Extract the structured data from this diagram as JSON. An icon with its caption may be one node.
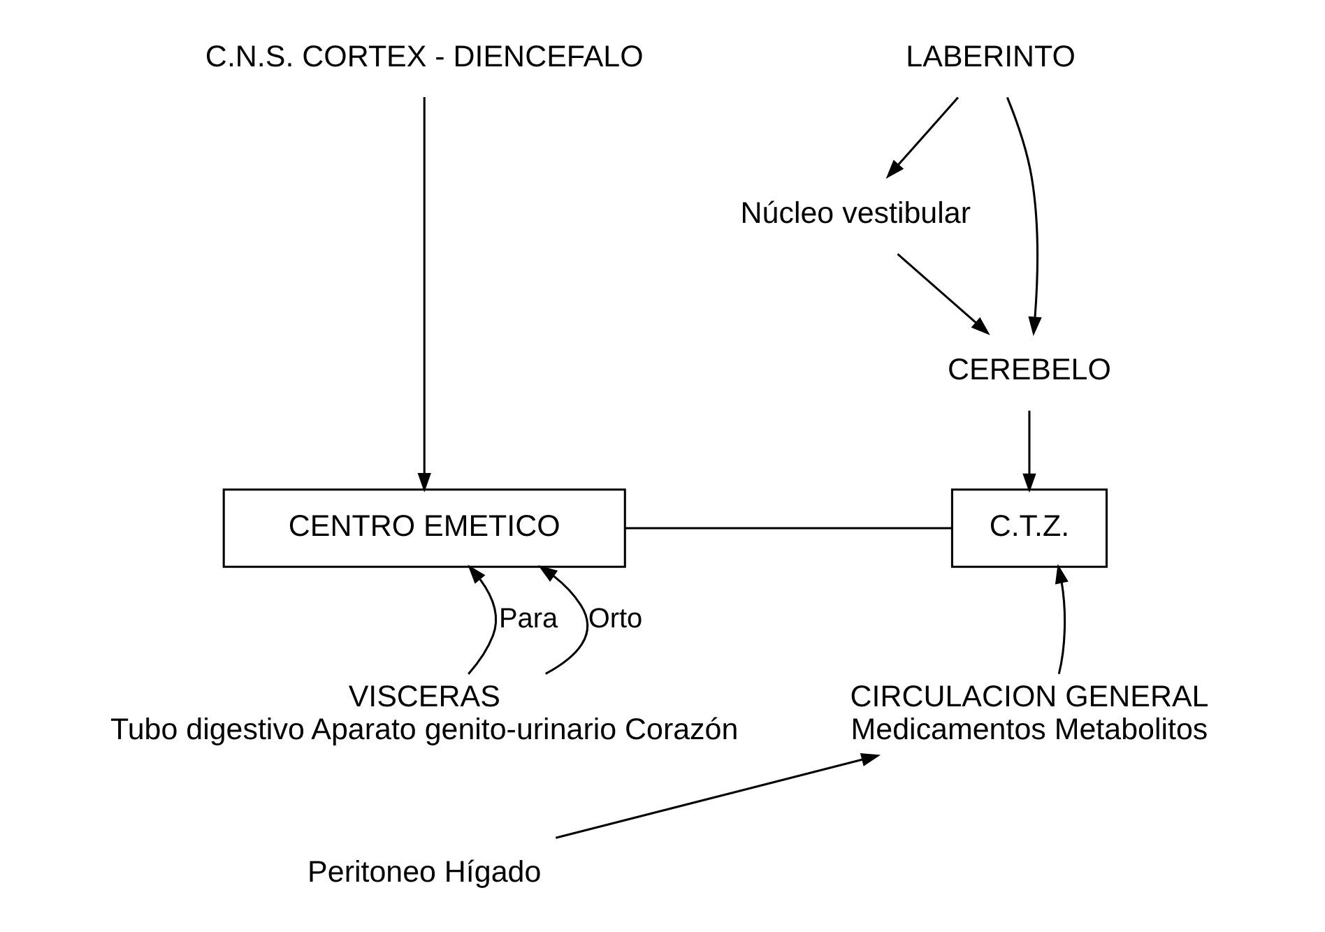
{
  "diagram": {
    "nodes": [
      {
        "text": [
          "C.N.S. CORTEX - DIENCEFALO"
        ]
      },
      {
        "text": [
          "LABERINTO"
        ]
      },
      {
        "text": [
          "Núcleo vestibular"
        ]
      },
      {
        "text": [
          "CEREBELO"
        ]
      },
      {
        "text": [
          "CENTRO EMETICO"
        ]
      },
      {
        "text": [
          "C.T.Z."
        ]
      },
      {
        "text": [
          "CIRCULACION GENERAL",
          "Medicamentos Metabolitos"
        ]
      },
      {
        "text": [
          "VISCERAS",
          "Tubo digestivo Aparato genito-urinario Corazón"
        ]
      },
      {
        "text": [
          "Peritoneo Hígado"
        ]
      }
    ],
    "edges": [
      {
        "from": 0,
        "to": 4,
        "arrow": "to"
      },
      {
        "from": 1,
        "to": 3,
        "arrow": "to"
      },
      {
        "from": 1,
        "to": 2,
        "arrow": "to"
      },
      {
        "from": 2,
        "to": 3,
        "arrow": "to"
      },
      {
        "from": 3,
        "to": 5,
        "arrow": "to"
      },
      {
        "from": 4,
        "to": 5,
        "arrow": "none"
      },
      {
        "from": 6,
        "to": 5,
        "arrow": "to"
      },
      {
        "from": 7,
        "to": 4,
        "arrow": "to",
        "label": "Para"
      },
      {
        "from": 7,
        "to": 4,
        "arrow": "to",
        "label": "Orto"
      },
      {
        "from": 8,
        "to": 6,
        "arrow": "to"
      }
    ]
  }
}
